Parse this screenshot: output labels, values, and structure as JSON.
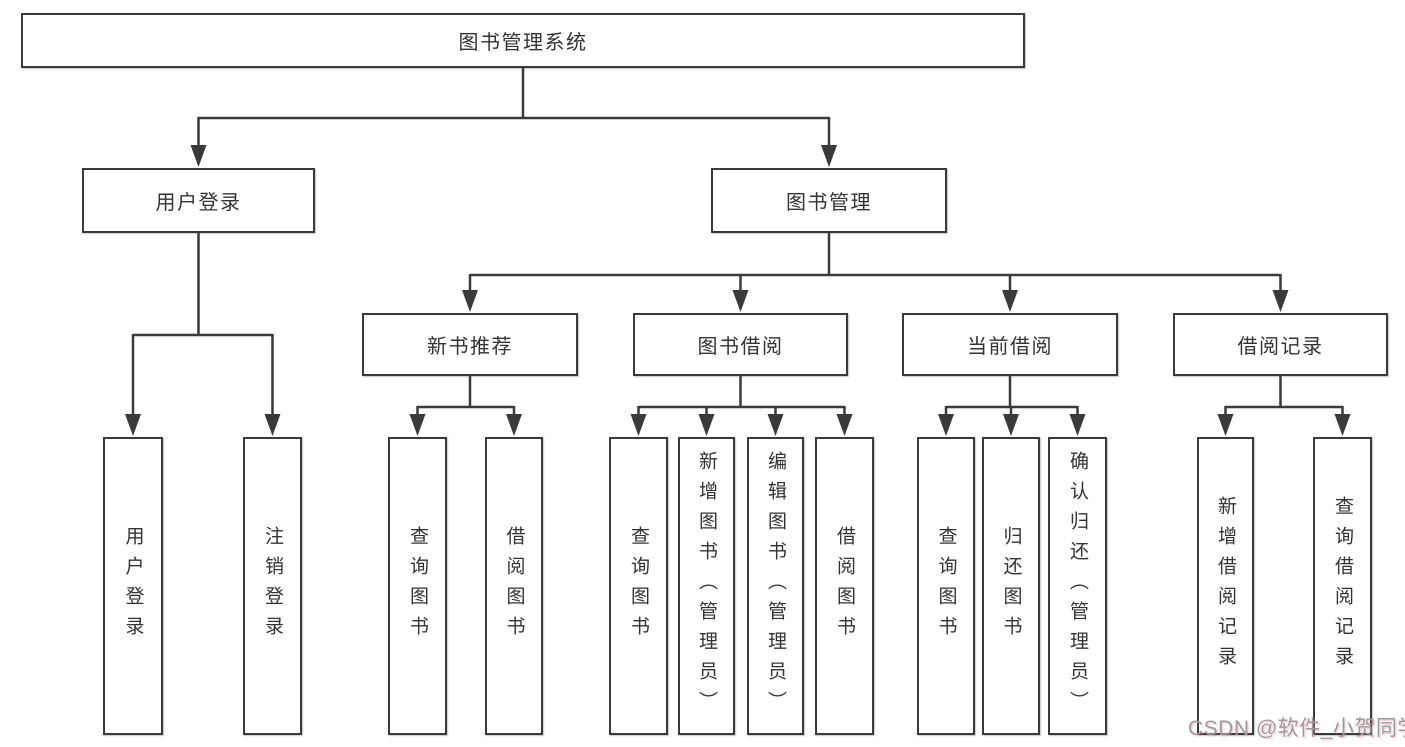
{
  "diagram_title": "图书管理系统",
  "colors": {
    "line": "#3a3a3a",
    "text": "#333333",
    "watermark": "#9c9c9c"
  },
  "nodes": {
    "root": "图书管理系统",
    "l2": [
      "用户登录",
      "图书管理"
    ],
    "l3": [
      "新书推荐",
      "图书借阅",
      "当前借阅",
      "借阅记录"
    ],
    "leaves": [
      [
        "用户登录",
        "注销登录"
      ],
      [
        "查询图书",
        "借阅图书"
      ],
      [
        "查询图书",
        "新增图书（管理员）",
        "编辑图书（管理员）",
        "借阅图书"
      ],
      [
        "查询图书",
        "归还图书",
        "确认归还（管理员）"
      ],
      [
        "新增借阅记录",
        "查询借阅记录"
      ]
    ]
  },
  "watermark": "CSDN @软件_小贺同学"
}
